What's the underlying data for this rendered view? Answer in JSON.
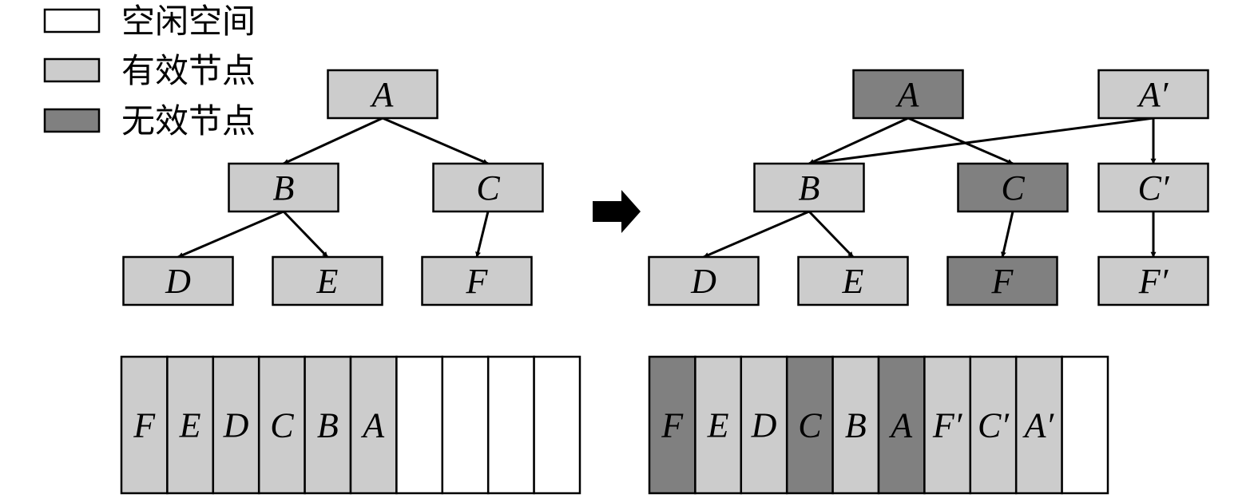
{
  "colors": {
    "free": "#ffffff",
    "valid": "#cccccc",
    "invalid": "#808080",
    "stroke": "#000000"
  },
  "legend": [
    {
      "status": "free",
      "label": "空闲空间"
    },
    {
      "status": "valid",
      "label": "有效节点"
    },
    {
      "status": "invalid",
      "label": "无效节点"
    }
  ],
  "arrow_icon": "right-arrow-icon",
  "trees": [
    {
      "nodes": [
        {
          "id": "A",
          "label": "A",
          "status": "valid"
        },
        {
          "id": "B",
          "label": "B",
          "status": "valid"
        },
        {
          "id": "C",
          "label": "C",
          "status": "valid"
        },
        {
          "id": "D",
          "label": "D",
          "status": "valid"
        },
        {
          "id": "E",
          "label": "E",
          "status": "valid"
        },
        {
          "id": "F",
          "label": "F",
          "status": "valid"
        }
      ],
      "edges": [
        [
          "A",
          "B"
        ],
        [
          "A",
          "C"
        ],
        [
          "B",
          "D"
        ],
        [
          "B",
          "E"
        ],
        [
          "C",
          "F"
        ]
      ]
    },
    {
      "nodes": [
        {
          "id": "A",
          "label": "A",
          "status": "invalid"
        },
        {
          "id": "A2",
          "label": "A′",
          "status": "valid"
        },
        {
          "id": "B",
          "label": "B",
          "status": "valid"
        },
        {
          "id": "C",
          "label": "C",
          "status": "invalid"
        },
        {
          "id": "C2",
          "label": "C′",
          "status": "valid"
        },
        {
          "id": "D",
          "label": "D",
          "status": "valid"
        },
        {
          "id": "E",
          "label": "E",
          "status": "valid"
        },
        {
          "id": "F",
          "label": "F",
          "status": "invalid"
        },
        {
          "id": "F2",
          "label": "F′",
          "status": "valid"
        }
      ],
      "edges": [
        [
          "A",
          "B"
        ],
        [
          "A",
          "C"
        ],
        [
          "A2",
          "B"
        ],
        [
          "A2",
          "C2"
        ],
        [
          "B",
          "D"
        ],
        [
          "B",
          "E"
        ],
        [
          "C",
          "F"
        ],
        [
          "C2",
          "F2"
        ]
      ]
    }
  ],
  "storage": [
    {
      "cells": [
        {
          "label": "F",
          "status": "valid"
        },
        {
          "label": "E",
          "status": "valid"
        },
        {
          "label": "D",
          "status": "valid"
        },
        {
          "label": "C",
          "status": "valid"
        },
        {
          "label": "B",
          "status": "valid"
        },
        {
          "label": "A",
          "status": "valid"
        },
        {
          "label": "",
          "status": "free"
        },
        {
          "label": "",
          "status": "free"
        },
        {
          "label": "",
          "status": "free"
        },
        {
          "label": "",
          "status": "free"
        }
      ]
    },
    {
      "cells": [
        {
          "label": "F",
          "status": "invalid"
        },
        {
          "label": "E",
          "status": "valid"
        },
        {
          "label": "D",
          "status": "valid"
        },
        {
          "label": "C",
          "status": "invalid"
        },
        {
          "label": "B",
          "status": "valid"
        },
        {
          "label": "A",
          "status": "invalid"
        },
        {
          "label": "F′",
          "status": "valid"
        },
        {
          "label": "C′",
          "status": "valid"
        },
        {
          "label": "A′",
          "status": "valid"
        },
        {
          "label": "",
          "status": "free"
        }
      ]
    }
  ]
}
